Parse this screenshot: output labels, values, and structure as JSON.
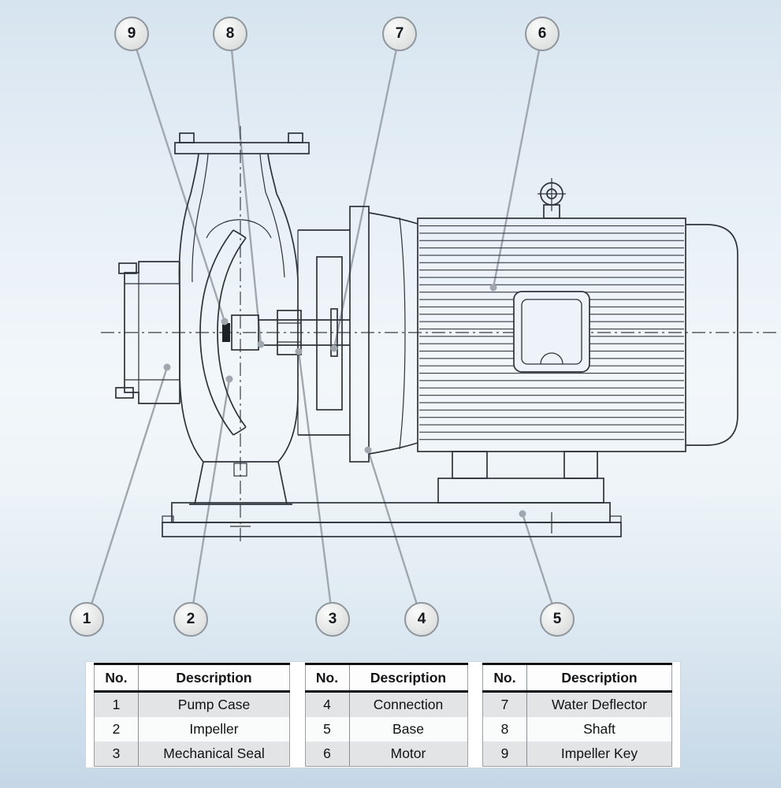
{
  "callouts": {
    "top": [
      {
        "label": "9"
      },
      {
        "label": "8"
      },
      {
        "label": "7"
      },
      {
        "label": "6"
      }
    ],
    "bottom": [
      {
        "label": "1"
      },
      {
        "label": "2"
      },
      {
        "label": "3"
      },
      {
        "label": "4"
      },
      {
        "label": "5"
      }
    ]
  },
  "tables": [
    {
      "col_no": "No.",
      "col_desc": "Description",
      "rows": [
        {
          "no": "1",
          "desc": "Pump Case"
        },
        {
          "no": "2",
          "desc": "Impeller"
        },
        {
          "no": "3",
          "desc": "Mechanical Seal"
        }
      ]
    },
    {
      "col_no": "No.",
      "col_desc": "Description",
      "rows": [
        {
          "no": "4",
          "desc": "Connection"
        },
        {
          "no": "5",
          "desc": "Base"
        },
        {
          "no": "6",
          "desc": "Motor"
        }
      ]
    },
    {
      "col_no": "No.",
      "col_desc": "Description",
      "rows": [
        {
          "no": "7",
          "desc": "Water Deflector"
        },
        {
          "no": "8",
          "desc": "Shaft"
        },
        {
          "no": "9",
          "desc": "Impeller Key"
        }
      ]
    }
  ],
  "colors": {
    "drawing_line": "#2d333a",
    "leader_line": "#a0a7ae",
    "background_top": "#d6e4ef",
    "background_bottom": "#c5d7e7",
    "table_row_shaded": "#e3e4e5"
  }
}
